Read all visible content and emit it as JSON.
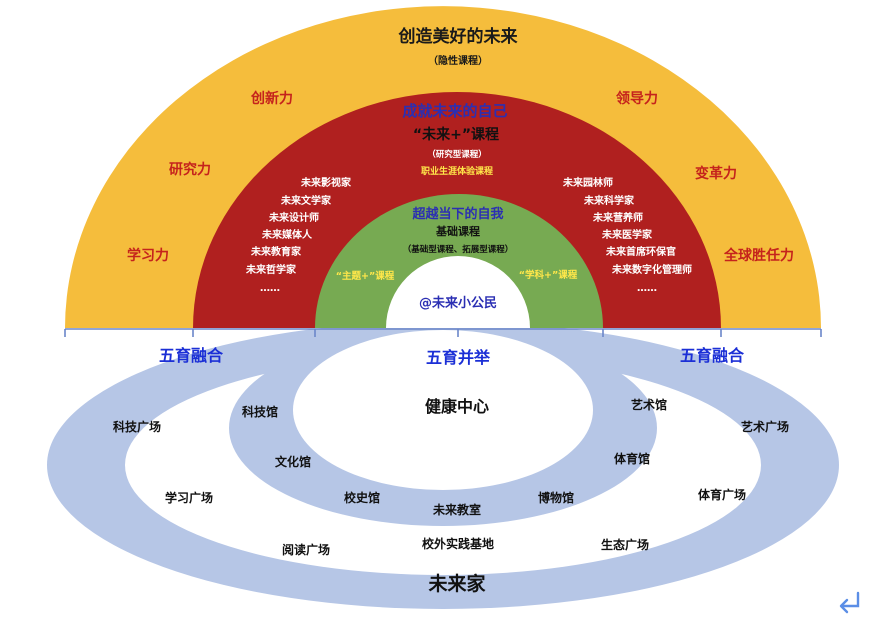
{
  "outer_arch": {
    "title": "创造美好的未来",
    "subtitle": "（隐性课程）",
    "left_labels": [
      "创新力",
      "研究力",
      "学习力"
    ],
    "right_labels": [
      "领导力",
      "变革力",
      "全球胜任力"
    ]
  },
  "middle_arch": {
    "title": "成就未来的自己",
    "course": "“未来+”课程",
    "course_type": "（研究型课程）",
    "career": "职业生涯体验课程",
    "left_list": [
      "未来影视家",
      "未来文学家",
      "未来设计师",
      "未来媒体人",
      "未来教育家",
      "未来哲学家",
      "……"
    ],
    "right_list": [
      "未来园林师",
      "未来科学家",
      "未来营养师",
      "未来医学家",
      "未来首席环保官",
      "未来数字化管理师",
      "……"
    ]
  },
  "inner_arch": {
    "title": "超越当下的自我",
    "course": "基础课程",
    "course_type": "（基础型课程、拓展型课程）",
    "left_tag": "“主题+”课程",
    "right_tag": "“学科+”课程"
  },
  "core": {
    "label": "@未来小公民"
  },
  "lower": {
    "left_heading": "五育融合",
    "center_heading": "五育并举",
    "right_heading": "五育融合",
    "center": "健康中心",
    "bottom_title": "未来家",
    "outer_ring": [
      "科技广场",
      "学习广场",
      "阅读广场",
      "校外实践基地",
      "生态广场",
      "体育广场",
      "艺术广场"
    ],
    "inner_ring": [
      "科技馆",
      "文化馆",
      "校史馆",
      "未来教室",
      "博物馆",
      "体育馆",
      "艺术馆"
    ]
  },
  "colors": {
    "outer": "#f5bd3c",
    "middle": "#b0201f",
    "inner": "#77aa52",
    "ring": "#b6c6e6",
    "heading_blue": "#1b2fd6",
    "label_red": "#c5231c",
    "text_dark": "#1a1a1a"
  },
  "icons": {
    "return": "return-arrow-icon"
  }
}
